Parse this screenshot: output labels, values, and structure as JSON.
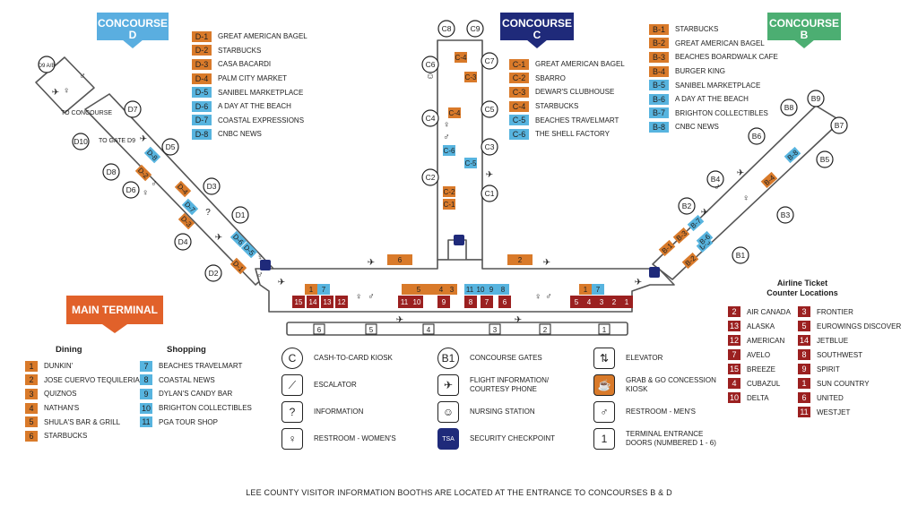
{
  "signs": {
    "concourse_d": [
      "CONCOURSE",
      "D"
    ],
    "concourse_c": [
      "CONCOURSE",
      "C"
    ],
    "concourse_b": [
      "CONCOURSE",
      "B"
    ],
    "main_terminal": "MAIN TERMINAL"
  },
  "concourse_d_list": [
    {
      "code": "D-1",
      "name": "GREAT AMERICAN BAGEL",
      "kind": "dining"
    },
    {
      "code": "D-2",
      "name": "STARBUCKS",
      "kind": "dining"
    },
    {
      "code": "D-3",
      "name": "CASA BACARDI",
      "kind": "dining"
    },
    {
      "code": "D-4",
      "name": "PALM CITY MARKET",
      "kind": "dining"
    },
    {
      "code": "D-5",
      "name": "SANIBEL MARKETPLACE",
      "kind": "shopping"
    },
    {
      "code": "D-6",
      "name": "A DAY AT THE BEACH",
      "kind": "shopping"
    },
    {
      "code": "D-7",
      "name": "COASTAL EXPRESSIONS",
      "kind": "shopping"
    },
    {
      "code": "D-8",
      "name": "CNBC NEWS",
      "kind": "shopping"
    }
  ],
  "concourse_c_list": [
    {
      "code": "C-1",
      "name": "GREAT AMERICAN BAGEL",
      "kind": "dining"
    },
    {
      "code": "C-2",
      "name": "SBARRO",
      "kind": "dining"
    },
    {
      "code": "C-3",
      "name": "DEWAR'S CLUBHOUSE",
      "kind": "dining"
    },
    {
      "code": "C-4",
      "name": "STARBUCKS",
      "kind": "dining"
    },
    {
      "code": "C-5",
      "name": "BEACHES TRAVELMART",
      "kind": "shopping"
    },
    {
      "code": "C-6",
      "name": "THE SHELL FACTORY",
      "kind": "shopping"
    }
  ],
  "concourse_b_list": [
    {
      "code": "B-1",
      "name": "STARBUCKS",
      "kind": "dining"
    },
    {
      "code": "B-2",
      "name": "GREAT AMERICAN BAGEL",
      "kind": "dining"
    },
    {
      "code": "B-3",
      "name": "BEACHES BOARDWALK CAFE",
      "kind": "dining"
    },
    {
      "code": "B-4",
      "name": "BURGER KING",
      "kind": "dining"
    },
    {
      "code": "B-5",
      "name": "SANIBEL MARKETPLACE",
      "kind": "shopping"
    },
    {
      "code": "B-6",
      "name": "A DAY AT THE BEACH",
      "kind": "shopping"
    },
    {
      "code": "B-7",
      "name": "BRIGHTON COLLECTIBLES",
      "kind": "shopping"
    },
    {
      "code": "B-8",
      "name": "CNBC NEWS",
      "kind": "shopping"
    }
  ],
  "dining": {
    "title": "Dining",
    "items": [
      {
        "code": "1",
        "name": "DUNKIN'"
      },
      {
        "code": "2",
        "name": "JOSE CUERVO TEQUILERIA"
      },
      {
        "code": "3",
        "name": "QUIZNOS"
      },
      {
        "code": "4",
        "name": "NATHAN'S"
      },
      {
        "code": "5",
        "name": "SHULA'S BAR & GRILL"
      },
      {
        "code": "6",
        "name": "STARBUCKS"
      }
    ]
  },
  "shopping": {
    "title": "Shopping",
    "items": [
      {
        "code": "7",
        "name": "BEACHES TRAVELMART"
      },
      {
        "code": "8",
        "name": "COASTAL NEWS"
      },
      {
        "code": "9",
        "name": "DYLAN'S CANDY BAR"
      },
      {
        "code": "10",
        "name": "BRIGHTON COLLECTIBLES"
      },
      {
        "code": "11",
        "name": "PGA TOUR SHOP"
      }
    ]
  },
  "airlines": {
    "title": [
      "Airline Ticket",
      "Counter Locations"
    ],
    "left": [
      {
        "code": "2",
        "name": "AIR CANADA"
      },
      {
        "code": "13",
        "name": "ALASKA"
      },
      {
        "code": "12",
        "name": "AMERICAN"
      },
      {
        "code": "7",
        "name": "AVELO"
      },
      {
        "code": "15",
        "name": "BREEZE"
      },
      {
        "code": "4",
        "name": "CUBAZUL"
      },
      {
        "code": "10",
        "name": "DELTA"
      }
    ],
    "right": [
      {
        "code": "3",
        "name": "FRONTIER"
      },
      {
        "code": "5",
        "name": "EUROWINGS DISCOVER"
      },
      {
        "code": "14",
        "name": "JETBLUE"
      },
      {
        "code": "8",
        "name": "SOUTHWEST"
      },
      {
        "code": "9",
        "name": "SPIRIT"
      },
      {
        "code": "1",
        "name": "SUN COUNTRY"
      },
      {
        "code": "6",
        "name": "UNITED"
      },
      {
        "code": "11",
        "name": "WESTJET"
      }
    ]
  },
  "symbols": [
    {
      "icon": "cash-to-card-icon",
      "glyph": "C",
      "label": "CASH-TO-CARD KIOSK"
    },
    {
      "icon": "escalator-icon",
      "glyph": "⟋",
      "label": "ESCALATOR"
    },
    {
      "icon": "information-icon",
      "glyph": "?",
      "label": "INFORMATION"
    },
    {
      "icon": "restroom-women-icon",
      "glyph": "♀",
      "label": "RESTROOM - WOMEN'S"
    },
    {
      "icon": "concourse-gates-icon",
      "glyph": "B1",
      "label": "CONCOURSE GATES"
    },
    {
      "icon": "flight-info-icon",
      "glyph": "✈",
      "label": "FLIGHT INFORMATION/ COURTESY PHONE"
    },
    {
      "icon": "nursing-station-icon",
      "glyph": "☺",
      "label": "NURSING STATION"
    },
    {
      "icon": "security-checkpoint-icon",
      "glyph": "TSA",
      "label": "SECURITY CHECKPOINT"
    },
    {
      "icon": "elevator-icon",
      "glyph": "⇅",
      "label": "ELEVATOR"
    },
    {
      "icon": "grab-and-go-icon",
      "glyph": "☕",
      "label": "GRAB & GO CONCESSION KIOSK"
    },
    {
      "icon": "restroom-men-icon",
      "glyph": "♂",
      "label": "RESTROOM - MEN'S"
    },
    {
      "icon": "terminal-door-icon",
      "glyph": "1",
      "label": "TERMINAL ENTRANCE DOORS (NUMBERED 1 - 6)"
    }
  ],
  "gates_d": [
    "D9 A/B",
    "D7",
    "D10",
    "D8",
    "D5",
    "D6",
    "D3",
    "D1",
    "D4",
    "D2"
  ],
  "gates_c": [
    "C8",
    "C9",
    "C6",
    "C7",
    "C4",
    "C5",
    "C3",
    "C2",
    "C1"
  ],
  "gates_b": [
    "B9",
    "B8",
    "B7",
    "B6",
    "B5",
    "B4",
    "B2",
    "B3",
    "B1"
  ],
  "map_labels": {
    "to_concourse": "TO CONCOURSE",
    "to_gate": "TO GATE D9"
  },
  "ticket_counters_bottom": [
    "15",
    "14",
    "13",
    "12",
    "11",
    "10",
    "9",
    "8",
    "7",
    "6",
    "5",
    "4",
    "3",
    "2",
    "1"
  ],
  "shops_top": [
    "1",
    "7",
    "5",
    "4",
    "3",
    "11",
    "10",
    "9",
    "8",
    "1",
    "7"
  ],
  "concourse_shops": [
    "6",
    "2"
  ],
  "doors": [
    "6",
    "5",
    "4",
    "3",
    "2",
    "1"
  ],
  "footer": "LEE COUNTY VISITOR INFORMATION BOOTHS ARE LOCATED AT THE ENTRANCE TO CONCOURSES B & D",
  "colors": {
    "dining": "#d97a2a",
    "shopping": "#57b4df",
    "airline": "#9b2020",
    "concourse_d": "#5aaee0",
    "concourse_c": "#1f2a7a",
    "concourse_b": "#4cae72",
    "main": "#e1612a"
  }
}
